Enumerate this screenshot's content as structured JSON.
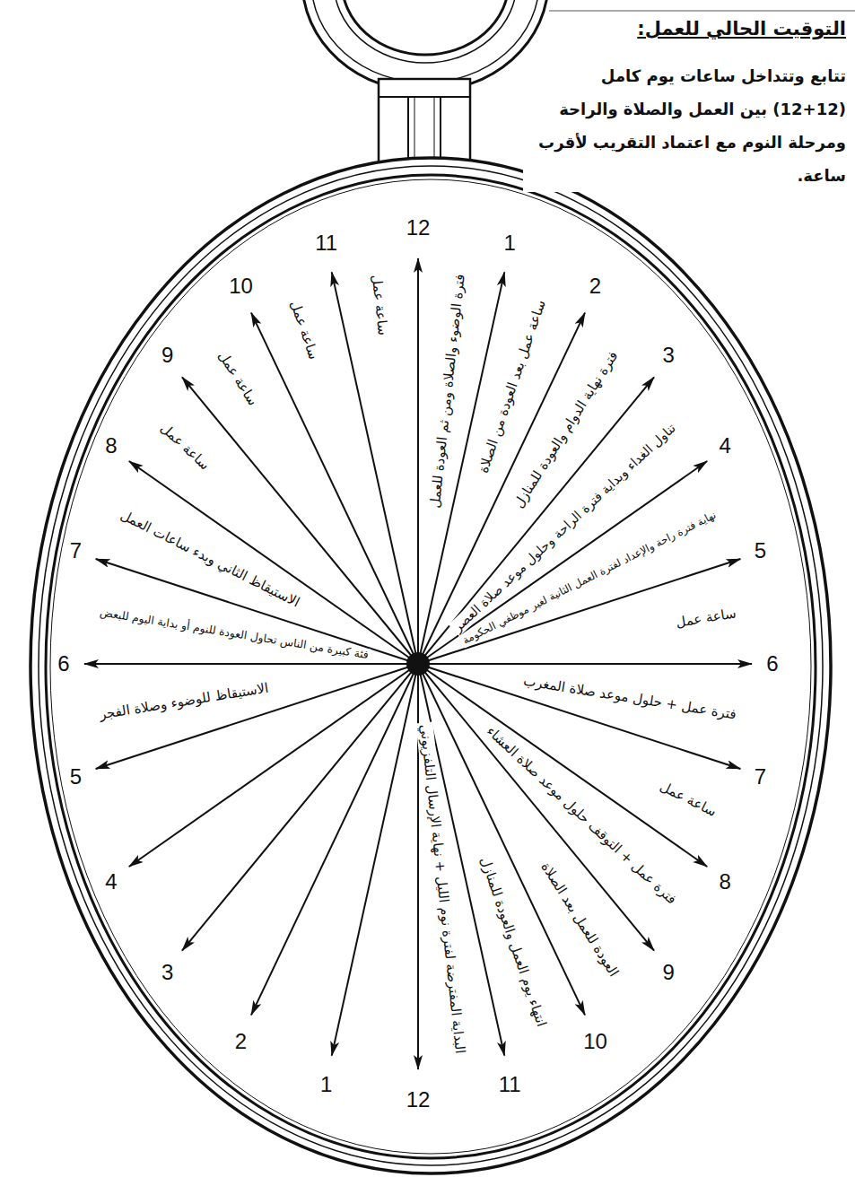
{
  "diagram": {
    "title": "التوقيت الحالي للعمل:",
    "labels": [
      "تتابع وتتداخل ساعات يوم كامل (12+12) بين العمل والصلاة والراحة ومرحلة النوم مع اعتماد التقريب لأقرب ساعة.",
      "12",
      "1",
      "2",
      "3",
      "4",
      "5",
      "6",
      "7",
      "8",
      "9",
      "10",
      "11",
      "12",
      "1",
      "2",
      "3",
      "4",
      "5",
      "6",
      "7",
      "8",
      "9",
      "10",
      "11",
      "فترة الوضوء والصلاة ومن ثم العودة للعمل",
      "ساعة عمل بعد العودة من الصلاة",
      "فترة نهاية الدوام والعودة للمنازل",
      "تناول الغداء وبداية فترة الراحة وحلول موعد صلاة العصر",
      "نهاية فترة راحة والإعداد لفترة العمل الثانية لغير موظفي الحكومة",
      "ساعة عمل",
      "فترة عمل + حلول موعد صلاة المغرب",
      "ساعة عمل",
      "فترة عمل + التوقف حلول موعد صلاة العشاء",
      "العودة للعمل بعد الصلاة",
      "انتهاء يوم العمل والعودة للمنازل",
      "البداية المفترضة لفترة نوم الليل + نهاية الإرسال التلفزيوني",
      "الاستيقاظ للوضوء وصلاة الفجر",
      "فئة كبيرة من الناس تحاول العودة للنوم أو بداية اليوم للبعض",
      "الاستيقاظ الثاني وبدء ساعات العمل",
      "ساعة عمل",
      "ساعة عمل",
      "ساعة عمل",
      "ساعة عمل"
    ]
  }
}
